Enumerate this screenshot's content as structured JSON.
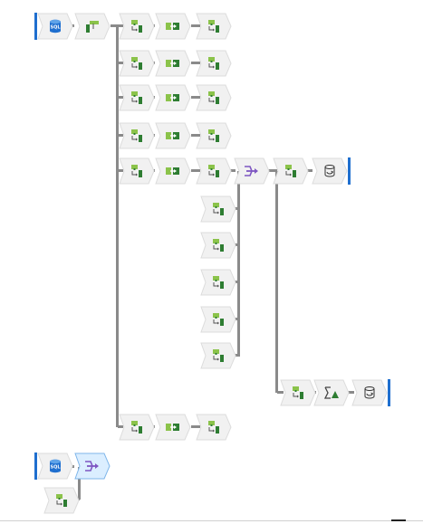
{
  "colors": {
    "connector": "#8a8a8a",
    "node_fill": "#f1f1f1",
    "node_stroke": "#dcdcdc",
    "node_selected_fill": "#dbeeff",
    "node_selected_stroke": "#7fb6ea",
    "source_accent": "#1f6fcf",
    "sink_accent": "#1f6fcf",
    "green_dark": "#2e7d32",
    "green_light": "#8bc34a",
    "purple": "#7e57c2"
  },
  "source_labels": {
    "sql": "SQL"
  },
  "nodes": [
    {
      "id": "n1",
      "icon": "sql-source-icon",
      "label": "SQL"
    },
    {
      "id": "n2",
      "icon": "new-branch-icon"
    },
    {
      "id": "n3",
      "icon": "derived-column-icon"
    },
    {
      "id": "n4",
      "icon": "select-icon"
    },
    {
      "id": "n5",
      "icon": "derived-column-icon"
    },
    {
      "id": "n6",
      "icon": "derived-column-icon"
    },
    {
      "id": "n7",
      "icon": "select-icon"
    },
    {
      "id": "n8",
      "icon": "derived-column-icon"
    },
    {
      "id": "n9",
      "icon": "derived-column-icon"
    },
    {
      "id": "n10",
      "icon": "select-icon"
    },
    {
      "id": "n11",
      "icon": "derived-column-icon"
    },
    {
      "id": "n12",
      "icon": "derived-column-icon"
    },
    {
      "id": "n13",
      "icon": "select-icon"
    },
    {
      "id": "n14",
      "icon": "derived-column-icon"
    },
    {
      "id": "n15",
      "icon": "derived-column-icon"
    },
    {
      "id": "n16",
      "icon": "select-icon"
    },
    {
      "id": "n17",
      "icon": "derived-column-icon"
    },
    {
      "id": "n18",
      "icon": "union-icon"
    },
    {
      "id": "n19",
      "icon": "derived-column-icon"
    },
    {
      "id": "n20",
      "icon": "sink-icon"
    },
    {
      "id": "n21",
      "icon": "derived-column-icon"
    },
    {
      "id": "n22",
      "icon": "derived-column-icon"
    },
    {
      "id": "n23",
      "icon": "derived-column-icon"
    },
    {
      "id": "n24",
      "icon": "derived-column-icon"
    },
    {
      "id": "n25",
      "icon": "derived-column-icon"
    },
    {
      "id": "n26",
      "icon": "derived-column-icon"
    },
    {
      "id": "n27",
      "icon": "aggregate-icon"
    },
    {
      "id": "n28",
      "icon": "sink-icon"
    },
    {
      "id": "n29",
      "icon": "derived-column-icon"
    },
    {
      "id": "n30",
      "icon": "select-icon"
    },
    {
      "id": "n31",
      "icon": "derived-column-icon"
    },
    {
      "id": "n32",
      "icon": "sql-source-icon",
      "label": "SQL"
    },
    {
      "id": "n33",
      "icon": "union-icon",
      "selected": true
    },
    {
      "id": "n34",
      "icon": "derived-column-icon"
    }
  ]
}
